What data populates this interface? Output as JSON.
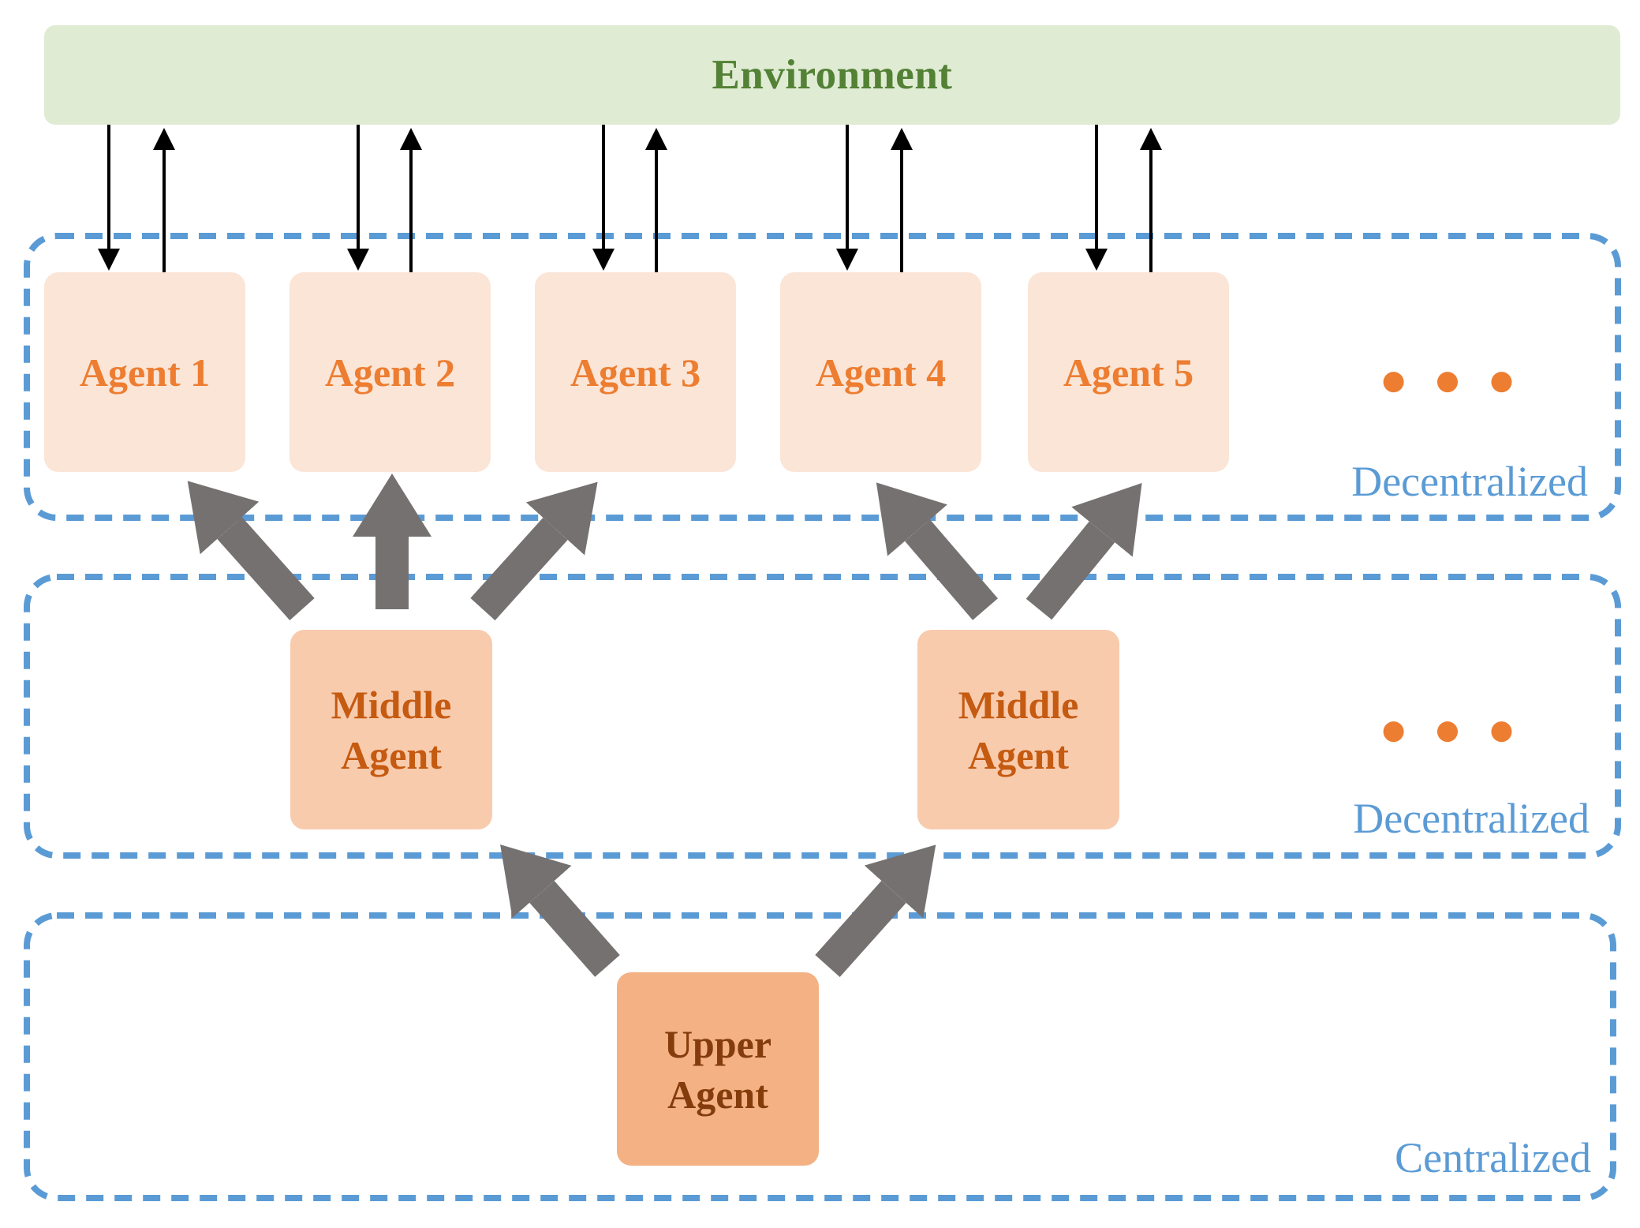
{
  "environment": {
    "label": "Environment"
  },
  "rows": [
    {
      "label": "Decentralized",
      "ellipsis": "● ● ●"
    },
    {
      "label": "Decentralized",
      "ellipsis": "● ● ●"
    },
    {
      "label": "Centralized"
    }
  ],
  "agents": [
    {
      "label": "Agent 1"
    },
    {
      "label": "Agent 2"
    },
    {
      "label": "Agent 3"
    },
    {
      "label": "Agent 4"
    },
    {
      "label": "Agent 5"
    }
  ],
  "middle_agents": [
    {
      "label": "Middle\nAgent"
    },
    {
      "label": "Middle\nAgent"
    }
  ],
  "upper_agent": {
    "label": "Upper\nAgent"
  },
  "colors": {
    "environment_fill": "#DFEBD3",
    "environment_text": "#538135",
    "agent_fill": "#FBE5D6",
    "agent_text": "#ED7D31",
    "middle_fill": "#F8CBAD",
    "middle_text": "#C55A11",
    "upper_fill": "#F3B184",
    "upper_text": "#843C0C",
    "dashed_border": "#5B9BD5",
    "layer_label_text": "#5B9BD5",
    "thick_arrow": "#767171",
    "thin_arrow": "#000000",
    "ellipsis_dots": "#ED7D31"
  }
}
